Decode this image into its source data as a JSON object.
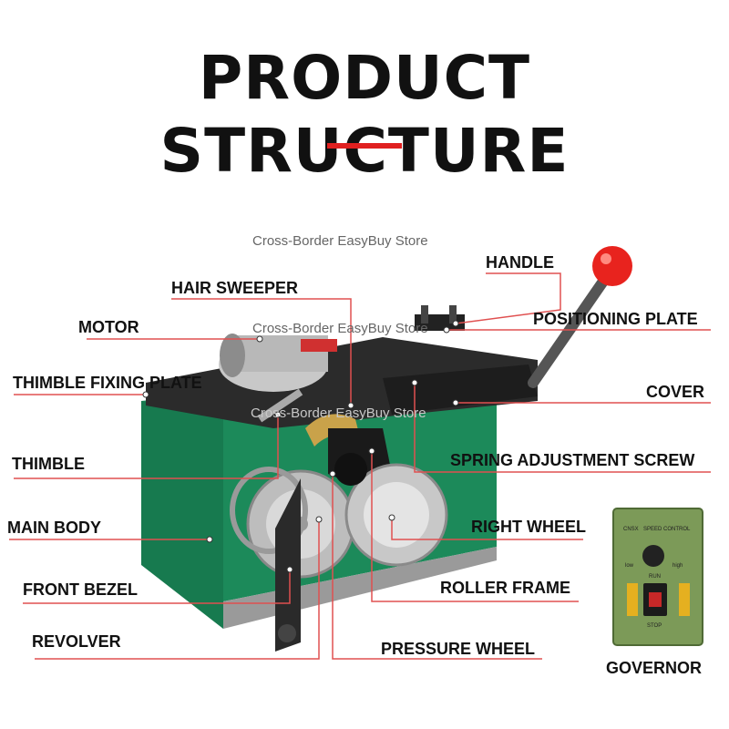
{
  "title": "PRODUCT STRUCTURE",
  "accent_color": "#e02020",
  "watermarks": [
    "Cross-Border EasyBuy Store",
    "Cross-Border EasyBuy Store",
    "Cross-Border EasyBuy Store"
  ],
  "labels": {
    "handle": "HANDLE",
    "hair_sweeper": "HAIR SWEEPER",
    "positioning_plate": "POSITIONING PLATE",
    "motor": "MOTOR",
    "thimble_fixing_plate": "THIMBLE FIXING PLATE",
    "cover": "COVER",
    "thimble": "THIMBLE",
    "spring_adjustment_screw": "SPRING ADJUSTMENT SCREW",
    "main_body": "MAIN BODY",
    "right_wheel": "RIGHT WHEEL",
    "front_bezel": "FRONT BEZEL",
    "roller_frame": "ROLLER FRAME",
    "revolver": "REVOLVER",
    "pressure_wheel": "PRESSURE WHEEL",
    "governor": "GOVERNOR"
  },
  "governor_panel": {
    "brand": "CNSX",
    "caption": "SPEED CONTROL",
    "run": "RUN",
    "stop": "STOP",
    "low": "low",
    "high": "high"
  }
}
